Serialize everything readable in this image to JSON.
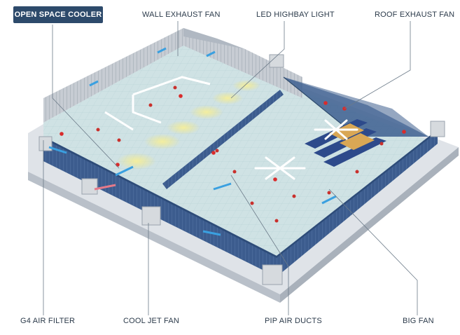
{
  "header": {
    "active_label": "OPEN SPACE COOLER"
  },
  "callouts": {
    "wall_exhaust_fan": "WALL EXHAUST FAN",
    "led_highbay_light": "LED HIGHBAY LIGHT",
    "roof_exhaust_fan": "ROOF EXHAUST FAN",
    "g4_air_filter": "G4 AIR FILTER",
    "cool_jet_fan": "COOL JET FAN",
    "pip_air_ducts": "PIP AIR DUCTS",
    "big_fan": "BIG FAN"
  },
  "colors": {
    "badge_bg": "#2d4a6b",
    "wall_blue": "#3c5c8e",
    "floor": "#cfe2e4",
    "roof_glass": "#4d6f9e",
    "airflow_cool": "#3aa0e0",
    "airflow_warm": "#e57a8a",
    "light_glow": "#f2e784",
    "marker": "#d92b2b"
  }
}
